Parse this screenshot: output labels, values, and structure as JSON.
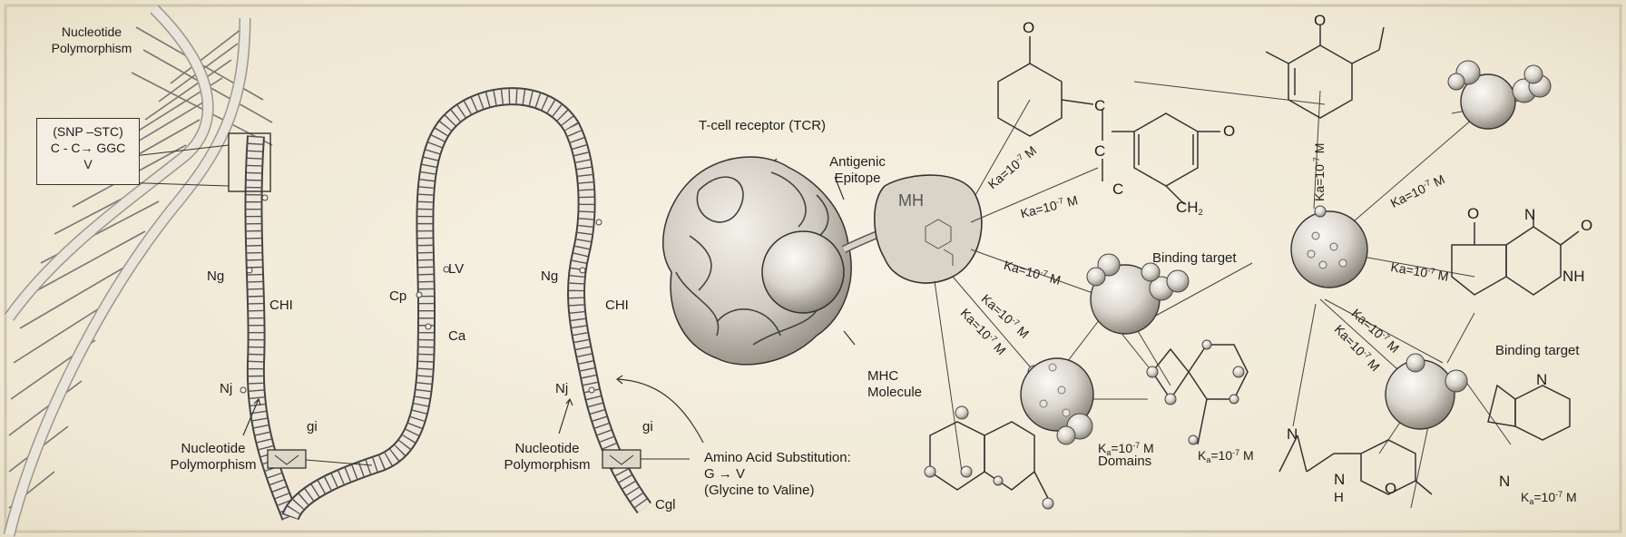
{
  "dna": {
    "snp_title": [
      "Nucleotide",
      "Polymorphism"
    ],
    "snp_box": [
      "(SNP –STC)",
      "C - C",
      "GGC",
      "V"
    ],
    "arrow_glyph": "→"
  },
  "strand1": {
    "ng": "Ng",
    "chi": "CHI",
    "nj": "Nj",
    "gi": "gi",
    "poly": [
      "Nucleotide",
      "Polymorphism"
    ],
    "mark": "V"
  },
  "loop": {
    "cp": "Cp",
    "lv": "LV",
    "ca": "Ca"
  },
  "strand2": {
    "ng": "Ng",
    "chi": "CHI",
    "nj": "Nj",
    "gi": "gi",
    "cgl": "Cgl",
    "poly": [
      "Nucleotide",
      "Polymorphism"
    ],
    "mark": "V",
    "substitution": [
      "Amino Acid Substitution:",
      "G",
      "V",
      "(Glycine to Valine)"
    ]
  },
  "complex": {
    "tcr": "T-cell receptor (TCR)",
    "epitope": [
      "Antigenic",
      "Epitope"
    ],
    "mhc_patch": "MH",
    "mhc": [
      "MHC",
      "Molecule"
    ],
    "binding_target": "Binding target",
    "domains": "Domains"
  },
  "molecule": {
    "o": "O",
    "c": "C",
    "ch2": "CH",
    "ch2_sub": "2",
    "n": "N",
    "nh": "NH",
    "h": "H",
    "binding_target": "Binding target"
  },
  "ka": {
    "prefix": "Ka=10",
    "exp": "-7",
    "unit": " M",
    "k": "K",
    "k_sub": "a",
    "eq": "=10"
  }
}
